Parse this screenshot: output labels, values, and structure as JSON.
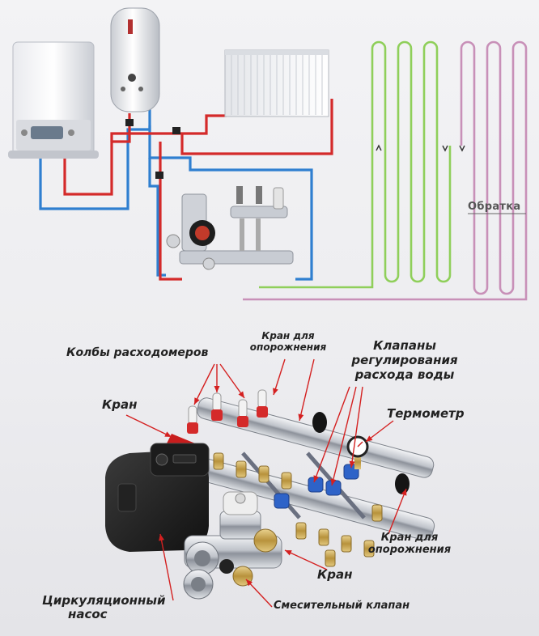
{
  "top_schematic": {
    "return_label": "Обратка"
  },
  "callouts": {
    "flowmeter_bulbs": "Колбы расходомеров",
    "drain_valve_top_line1": "Кран для",
    "drain_valve_top_line2": "опорожнения",
    "control_valves_line1": "Клапаны",
    "control_valves_line2": "регулирования",
    "control_valves_line3": "расхода воды",
    "valve_left": "Кран",
    "thermometer": "Термометр",
    "drain_valve_right_line1": "Кран для",
    "drain_valve_right_line2": "опорожнения",
    "valve_bottom": "Кран",
    "circulation_pump_line1": "Циркуляционный",
    "circulation_pump_line2": "насос",
    "mixing_valve": "Смесительный клапан"
  },
  "colors": {
    "supply_pipe": "#d42a2a",
    "return_pipe": "#2f7fd0",
    "floor_loop_supply": "#8fcf5a",
    "floor_loop_return": "#c890b8",
    "callout_arrow": "#d42020"
  }
}
